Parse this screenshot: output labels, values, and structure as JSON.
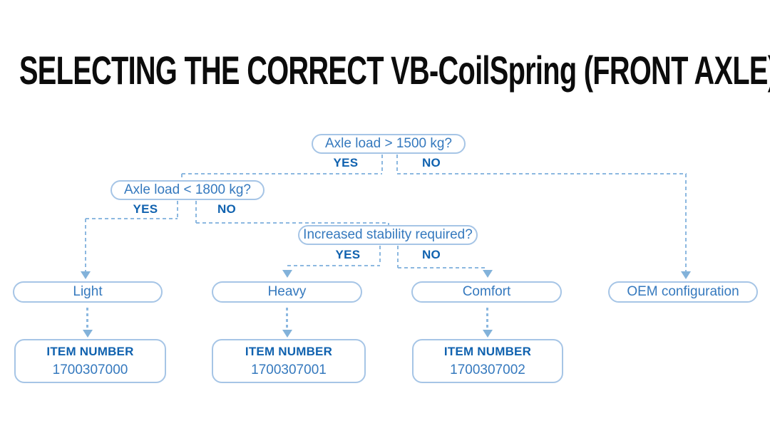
{
  "title": "SELECTING THE CORRECT VB-CoilSpring (FRONT AXLE)",
  "colors": {
    "box_border": "#a6c5e6",
    "box_text": "#3579be",
    "label_bold": "#1062af",
    "dash_line": "#8cb8e0",
    "arrow": "#82b2da",
    "title_text": "#0c0c0c"
  },
  "flowchart": {
    "questions": [
      {
        "label": "Axle load > 1500 kg?",
        "yes": "YES",
        "no": "NO"
      },
      {
        "label": "Axle load < 1800 kg?",
        "yes": "YES",
        "no": "NO"
      },
      {
        "label": "Increased stability required?",
        "yes": "YES",
        "no": "NO"
      }
    ],
    "outcomes": [
      {
        "label": "Light"
      },
      {
        "label": "Heavy"
      },
      {
        "label": "Comfort"
      },
      {
        "label": "OEM configuration"
      }
    ],
    "items": [
      {
        "heading": "ITEM NUMBER",
        "number": "1700307000"
      },
      {
        "heading": "ITEM NUMBER",
        "number": "1700307001"
      },
      {
        "heading": "ITEM NUMBER",
        "number": "1700307002"
      }
    ]
  }
}
